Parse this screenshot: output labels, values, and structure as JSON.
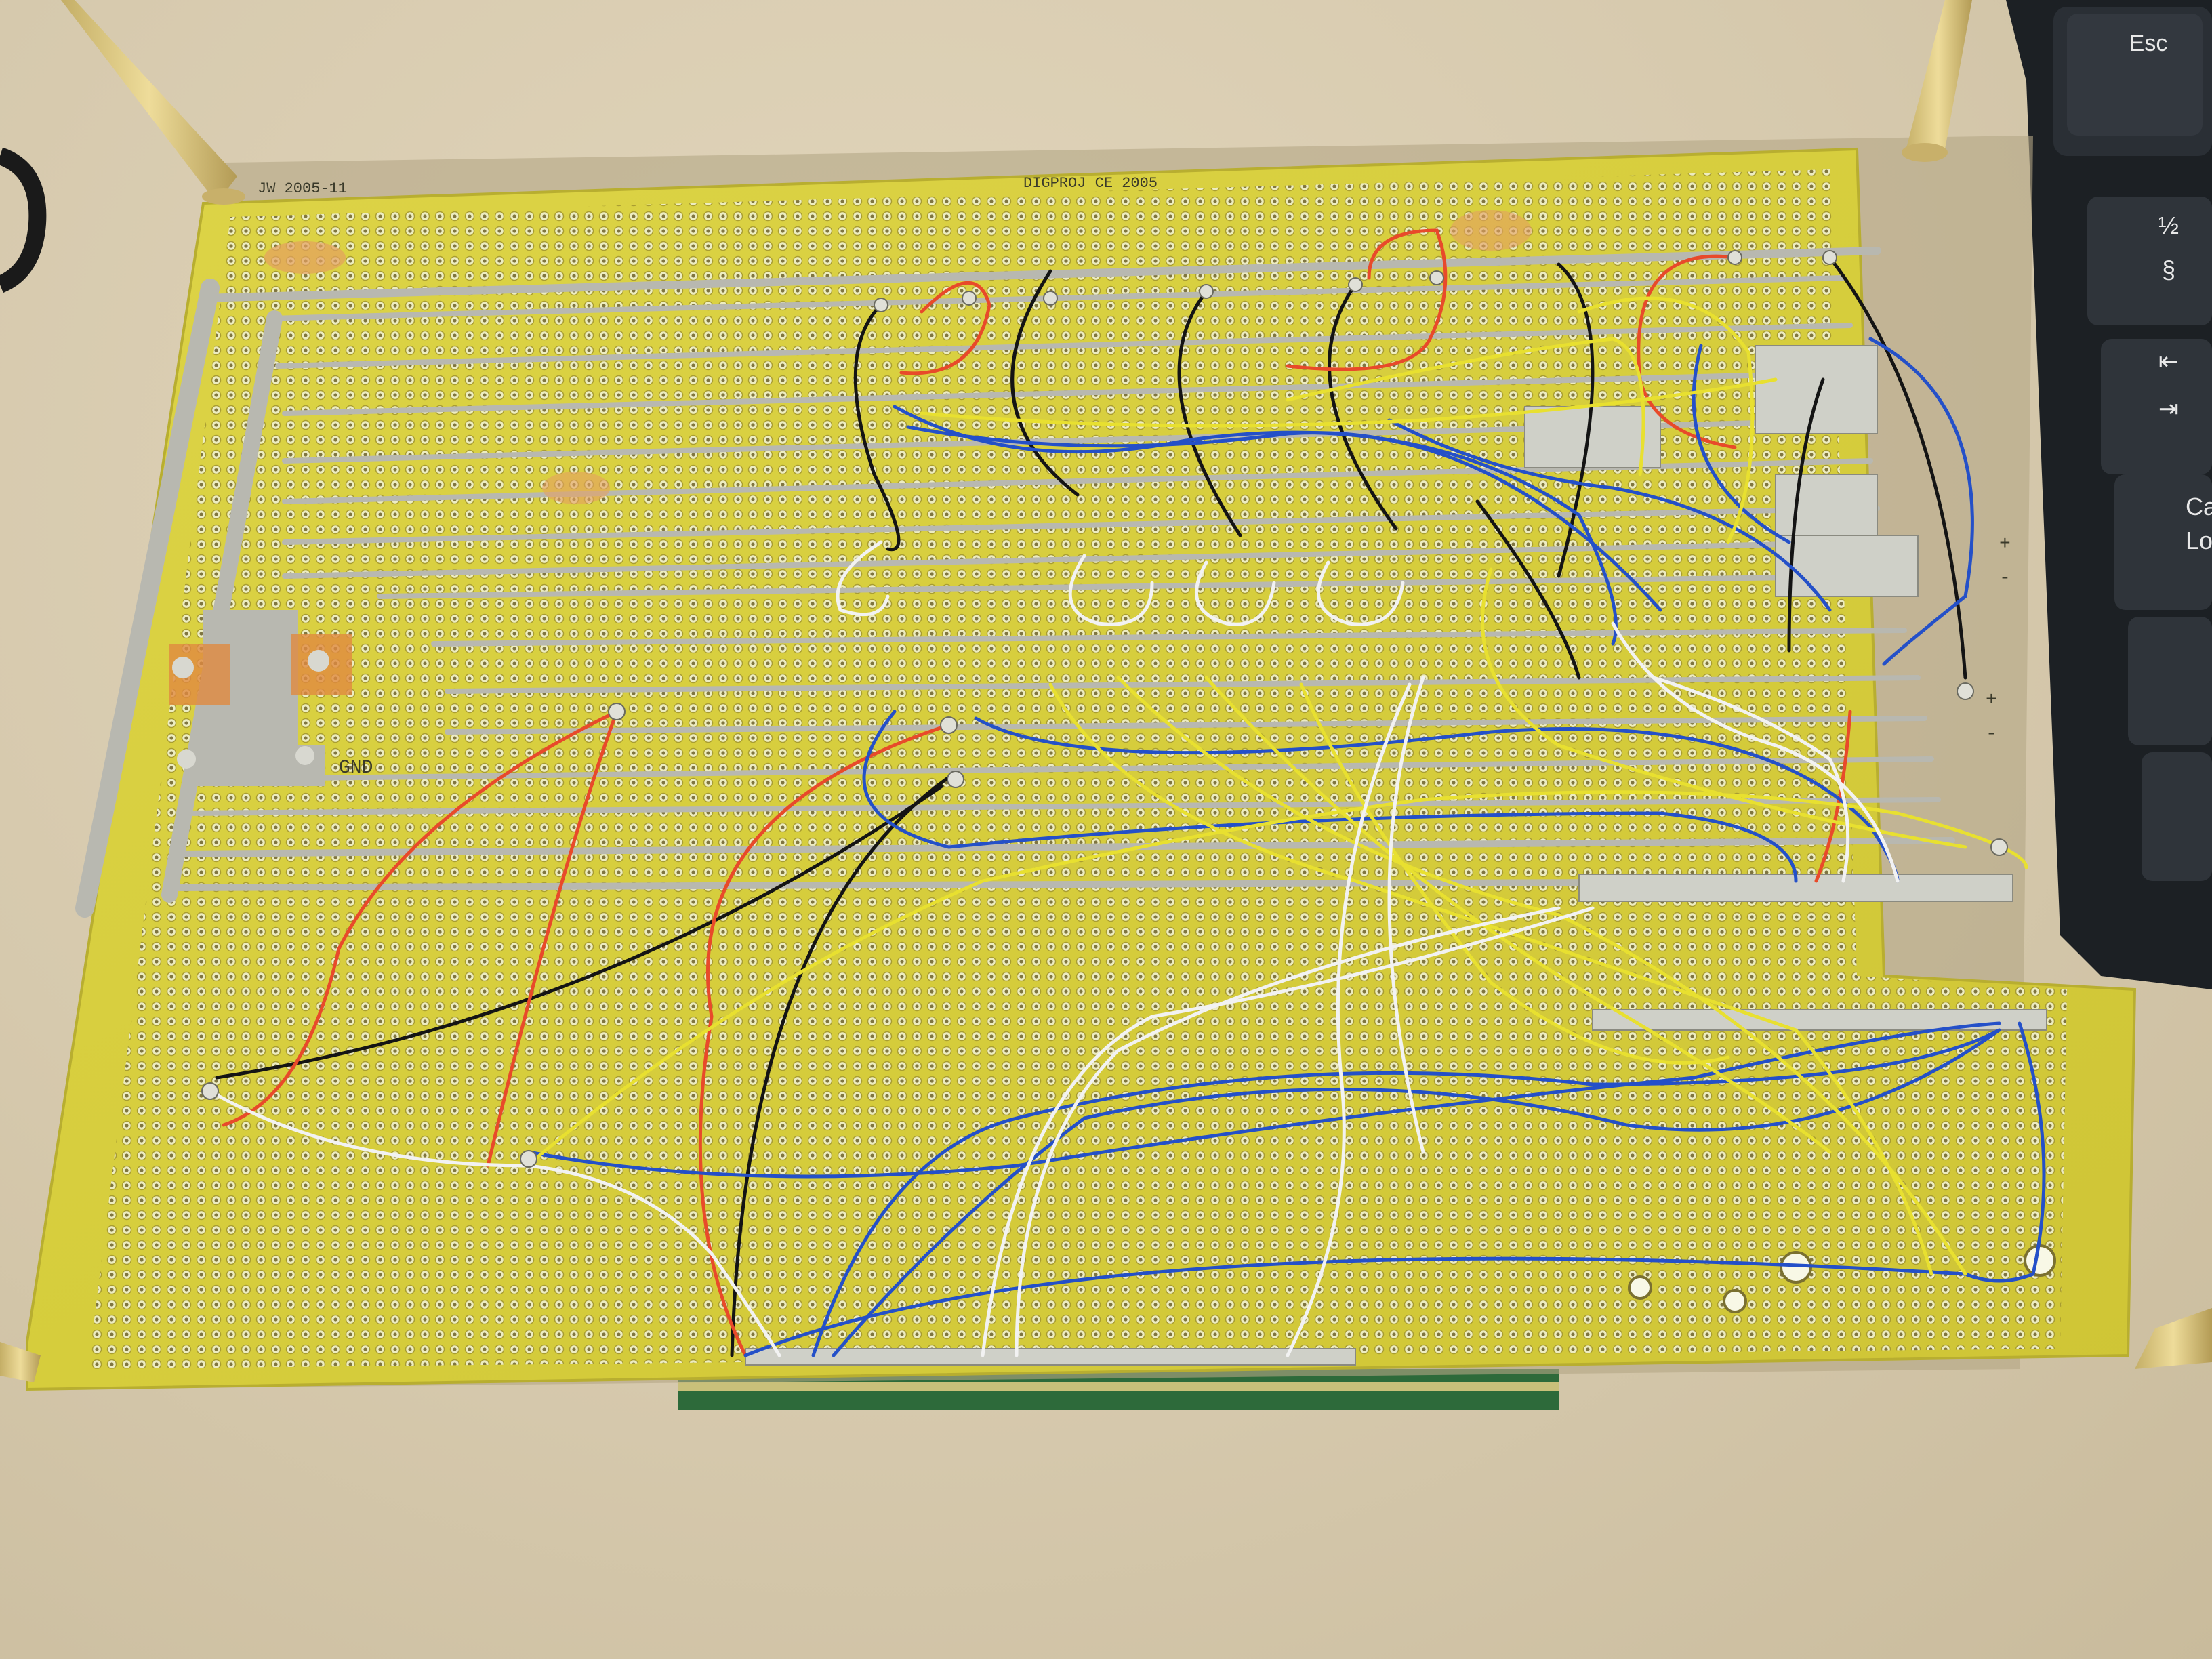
{
  "board": {
    "label_left": "JW 2005-11",
    "label_center": "DIGPROJ CE 2005",
    "label_gnd": "GND",
    "label_plus_1": "+",
    "label_minus_1": "-",
    "label_plus_2": "+",
    "label_minus_2": "-"
  },
  "keyboard": {
    "keys": [
      {
        "label": "Esc"
      },
      {
        "label": "½"
      },
      {
        "label": "§"
      },
      {
        "label": "⇤"
      },
      {
        "label": "⇥"
      },
      {
        "label": "Ca"
      },
      {
        "label": "Lo"
      }
    ]
  },
  "colors": {
    "pcb": "#d8cf3e",
    "copper_trace": "#b8b8b0",
    "wire_blue": "#2450c8",
    "wire_yellow": "#e8e030",
    "wire_white": "#f2f2f2",
    "wire_black": "#141414",
    "wire_red": "#e84a2a",
    "keyboard": "#1c2024"
  }
}
